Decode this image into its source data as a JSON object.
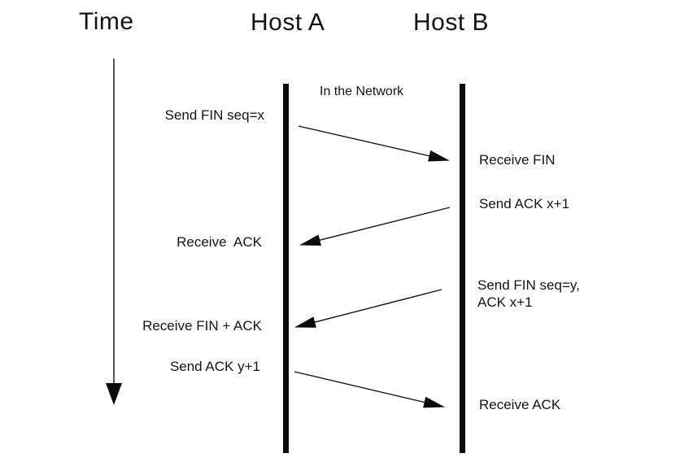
{
  "colors": {
    "ink": "#141414",
    "background": "#ffffff"
  },
  "header": {
    "time": "Time",
    "host_a": "Host A",
    "host_b": "Host B"
  },
  "network_label": "In the Network",
  "events": {
    "send_fin_x": "Send FIN seq=x",
    "receive_fin": "Receive FIN",
    "send_ack_x1": "Send ACK x+1",
    "receive_ack_a": "Receive  ACK",
    "send_fin_y": "Send FIN seq=y,\nACK x+1",
    "receive_fin_ack": "Receive FIN + ACK",
    "send_ack_y1": "Send ACK y+1",
    "receive_ack_b": "Receive ACK"
  }
}
